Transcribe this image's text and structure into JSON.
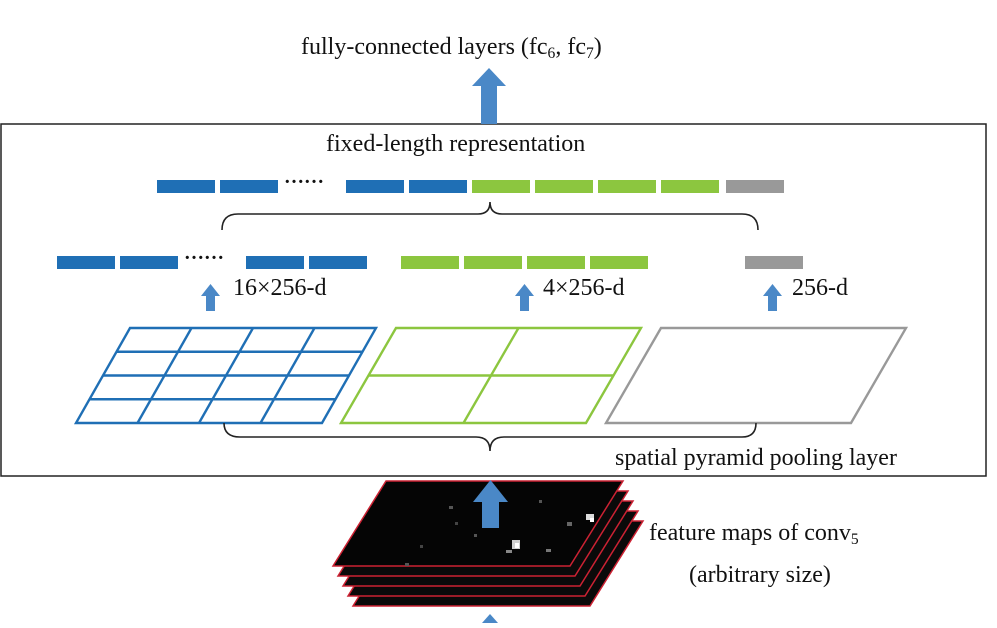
{
  "top_label": {
    "prefix": "fully-connected layers (fc",
    "sub1": "6",
    "mid": ", fc",
    "sub2": "7",
    "suffix": ")"
  },
  "fixed_length_label": "fixed-length representation",
  "dots": "……",
  "bins": [
    {
      "label": "16×256-d"
    },
    {
      "label": "4×256-d"
    },
    {
      "label": "256-d"
    }
  ],
  "spp_label": "spatial pyramid pooling layer",
  "feature_maps": {
    "line1_prefix": "feature maps of conv",
    "line1_sub": "5",
    "line2": "(arbitrary size)"
  },
  "colors": {
    "blue": "#1f6fb5",
    "green": "#8cc63f",
    "gray": "#999999",
    "arrow": "#4a88c7",
    "box": "#222222",
    "featuremap_edge": "#cc2233"
  }
}
